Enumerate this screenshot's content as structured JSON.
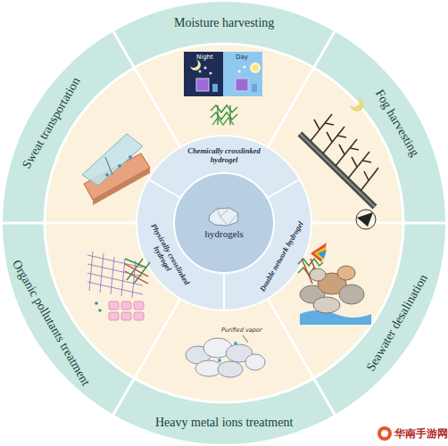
{
  "diagram": {
    "nodes": [
      {
        "text": [
          "Moisture harvesting"
        ]
      },
      {
        "text": [
          "Fog harvesting"
        ]
      },
      {
        "text": [
          "Seawater desalination"
        ]
      },
      {
        "text": [
          "Heavy metal ions treatment"
        ]
      },
      {
        "text": [
          "Organic pollutants treatment"
        ]
      },
      {
        "text": [
          "Sweat transportation"
        ]
      },
      {
        "text": [
          "hydrogels"
        ]
      },
      {
        "text": [
          "Chemically crosslinked hydrogel"
        ]
      },
      {
        "text": [
          "Double network hydrogel"
        ]
      },
      {
        "text": [
          "Physically crosslinked hydrogel"
        ]
      }
    ],
    "labels": [
      "Night",
      "Day",
      "Purified vapor",
      "华南手游网"
    ]
  }
}
